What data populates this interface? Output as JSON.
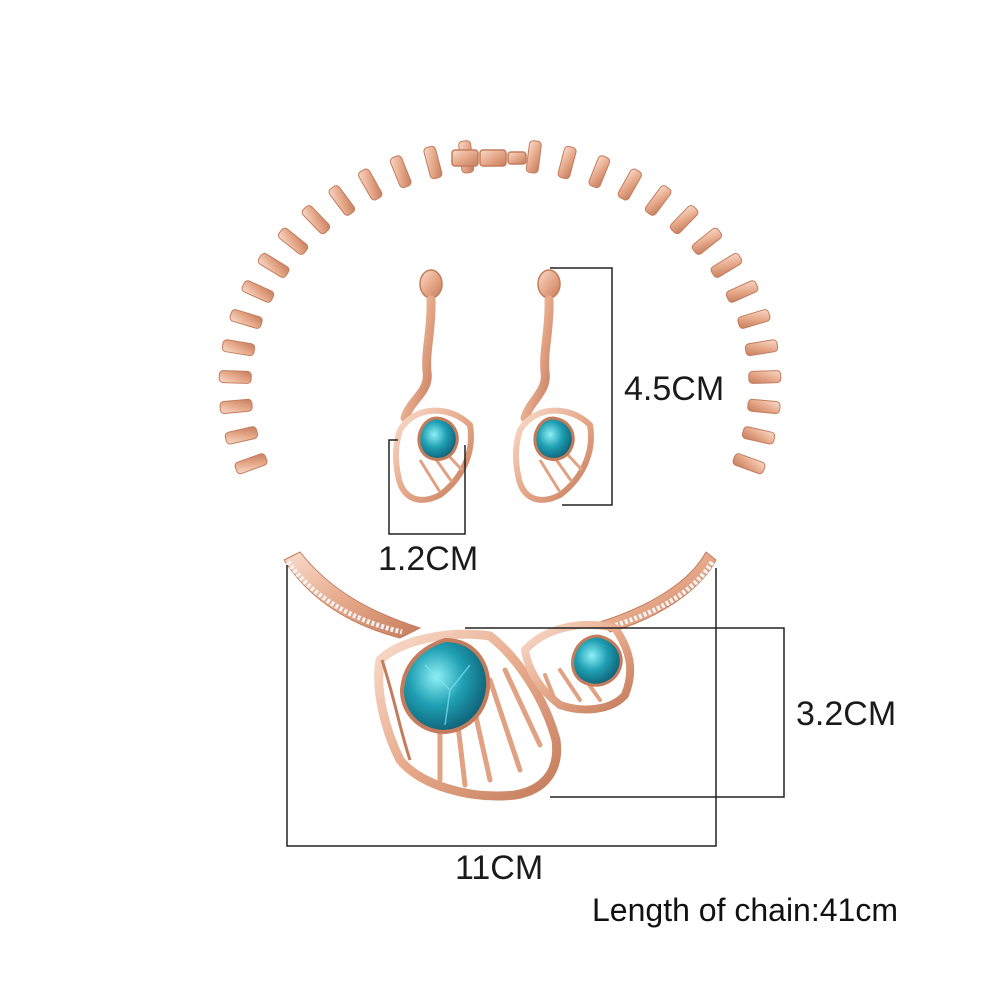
{
  "product": {
    "colors": {
      "metal": "#e6a98a",
      "metal_dark": "#c47c5c",
      "metal_light": "#f7d3c1",
      "gem": "#1f9fb3",
      "gem_dark": "#0b5c74",
      "gem_light": "#7fe3ef",
      "crystal": "#f1f1f1",
      "dimension_line": "#222222"
    },
    "dimensions": {
      "earring_length": "4.5CM",
      "earring_width": "1.2CM",
      "pendant_height": "3.2CM",
      "pendant_width": "11CM"
    },
    "chain_length_text": "Length of chain:41cm"
  }
}
